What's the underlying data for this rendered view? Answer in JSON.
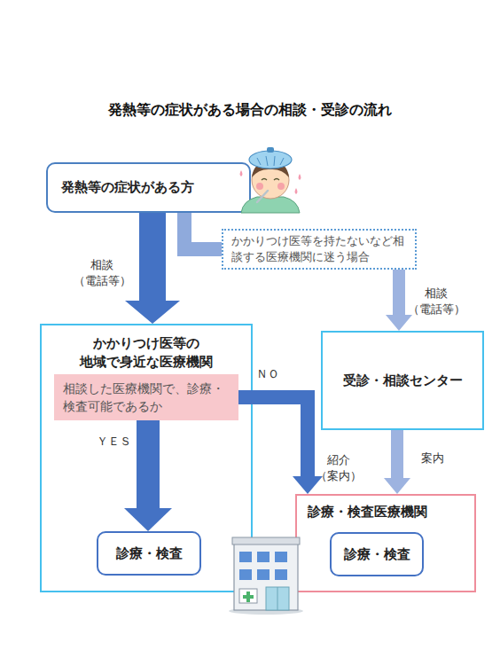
{
  "diagram": {
    "title": "発熱等の症状がある場合の相談・受診の流れ",
    "nodes": [
      {
        "text": [
          "発熱等の症状がある方"
        ]
      },
      {
        "text": [
          "かかりつけ医等を持たないなど相談する医療機関に迷う場合"
        ]
      },
      {
        "text": [
          "かかりつけ医等の 地域で身近な医療機関"
        ]
      },
      {
        "text": [
          "相談した医療機関で、診療・検査可能であるか"
        ],
        "in": 2
      },
      {
        "text": [
          "診療・検査"
        ],
        "in": 2
      },
      {
        "text": [
          "受診・相談センター"
        ]
      },
      {
        "text": [
          "診療・検査医療機関"
        ]
      },
      {
        "text": [
          "診療・検査"
        ],
        "in": 6
      }
    ],
    "edges": [
      {
        "from": 0,
        "to": 2,
        "arrow": "to",
        "label": "相談 （電話等）"
      },
      {
        "from": 0,
        "to": 1,
        "arrow": "none"
      },
      {
        "from": 1,
        "to": 5,
        "arrow": "to",
        "label": "相談 （電話等）"
      },
      {
        "from": 3,
        "to": 4,
        "arrow": "to",
        "label": "ＹＥＳ"
      },
      {
        "from": 3,
        "to": 6,
        "arrow": "to",
        "label": "ＮＯ"
      },
      {
        "from": 5,
        "to": 6,
        "arrow": "to",
        "label": "案内"
      }
    ],
    "labels": [
      "紹介 （案内）"
    ]
  }
}
